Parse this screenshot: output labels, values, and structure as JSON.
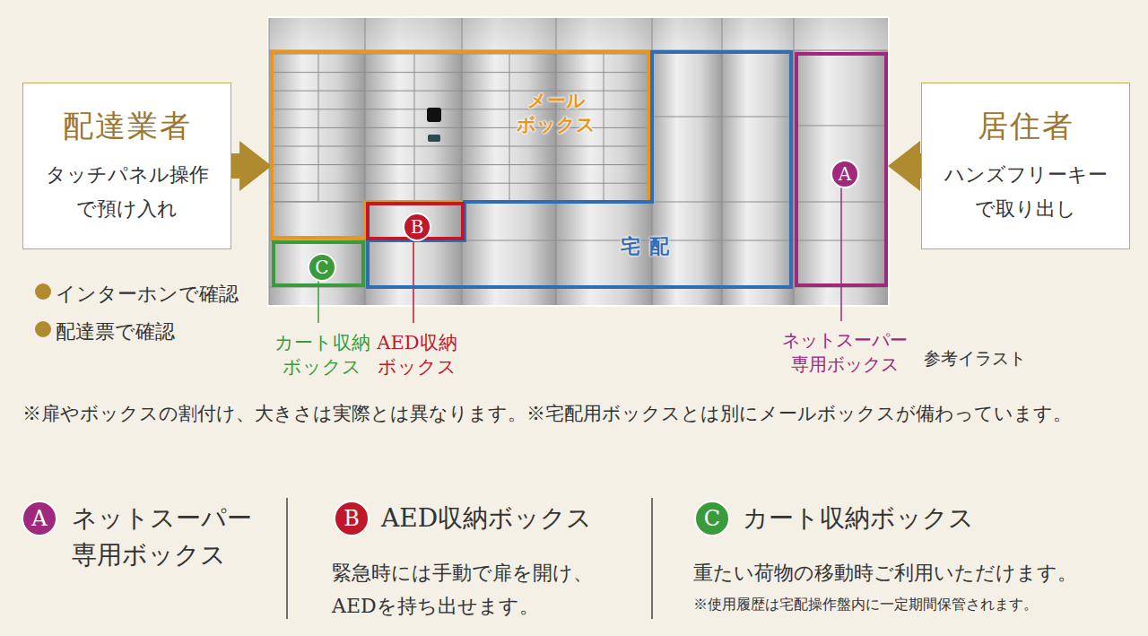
{
  "diagram": {
    "nodes": [
      {
        "text": [
          "配達業者",
          "タッチパネル操作 で預け入れ"
        ]
      },
      {
        "text": [
          "居住者",
          "ハンズフリーキー で取り出し"
        ]
      },
      {
        "text": [
          "メール ボックス"
        ]
      },
      {
        "text": [
          "宅配"
        ]
      },
      {
        "text": [
          "AED収納 ボックス"
        ]
      },
      {
        "text": [
          "B"
        ],
        "in": 4
      },
      {
        "text": [
          "カート収納 ボックス"
        ]
      },
      {
        "text": [
          "C"
        ],
        "in": 6
      },
      {
        "text": [
          "ネットスーパー 専用ボックス"
        ]
      },
      {
        "text": [
          "A"
        ],
        "in": 8
      },
      {
        "text": [
          "A"
        ]
      },
      {
        "text": [
          "B"
        ]
      },
      {
        "text": [
          "C"
        ]
      }
    ],
    "edges": [
      {
        "from": 0,
        "to": 2,
        "arrow": "to"
      },
      {
        "from": 1,
        "to": 8,
        "arrow": "to"
      }
    ],
    "labels": [
      "インターホンで確認",
      "配達票で確認",
      "参考イラスト",
      "※扉やボックスの割付け、大きさは実際とは異なります。※宅配用ボックスとは別にメールボックスが備わっています。",
      "ネットスーパー 専用ボックス",
      "AED収納ボックス",
      "緊急時には手動で扉を開け、 AEDを持ち出せます。",
      "カート収納ボックス",
      "重たい荷物の移動時ご利用いただけます。",
      "※使用履歴は宅配操作盤内に一定期間保管されます。"
    ]
  }
}
